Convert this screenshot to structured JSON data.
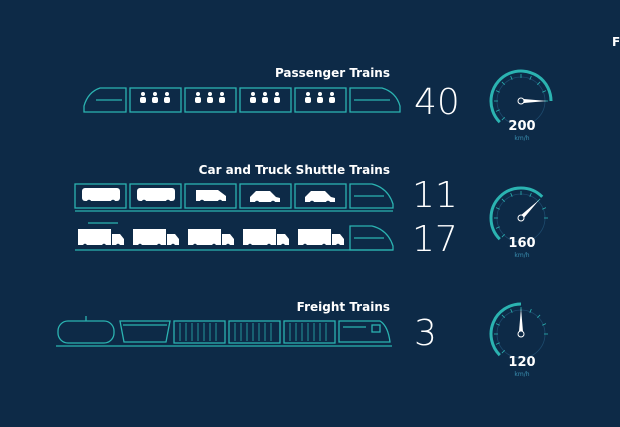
{
  "sections": {
    "passenger": {
      "title": "Passenger Trains",
      "count": "40",
      "speed": "200",
      "unit": "km/h",
      "speed_fraction": 1.0
    },
    "shuttle": {
      "title": "Car and Truck Shuttle Trains",
      "count_cars": "11",
      "count_trucks": "17",
      "speed": "160",
      "unit": "km/h",
      "speed_fraction": 0.8
    },
    "freight": {
      "title": "Freight Trains",
      "count": "3",
      "speed": "120",
      "unit": "km/h",
      "speed_fraction": 0.6
    }
  },
  "edge_letter": "F",
  "colors": {
    "background": "#0d2a47",
    "outline": "#2bb3b1",
    "gauge_track": "#1d4a6d",
    "gauge_arc": "#2bb3b1",
    "white": "#ffffff",
    "unit_text": "#3a8fb0"
  }
}
